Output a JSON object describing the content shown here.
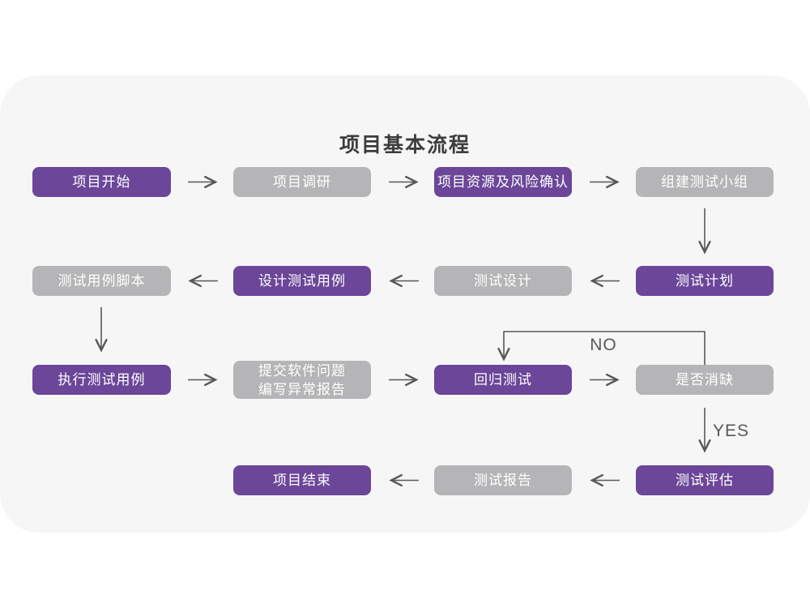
{
  "title": "项目基本流程",
  "colors": {
    "primary_purple": "#6b4699",
    "muted_gray": "#b5b5b7",
    "card_bg": "#f6f6f7",
    "arrow": "#58585a",
    "title_text": "#3c3c3e",
    "node_text": "#ffffff"
  },
  "flowchart": {
    "nodes": [
      {
        "id": "project-start",
        "label": "项目开始",
        "variant": "purple"
      },
      {
        "id": "project-research",
        "label": "项目调研",
        "variant": "gray"
      },
      {
        "id": "resource-risk-confirm",
        "label": "项目资源及风险确认",
        "variant": "purple"
      },
      {
        "id": "form-test-team",
        "label": "组建测试小组",
        "variant": "gray"
      },
      {
        "id": "test-plan",
        "label": "测试计划",
        "variant": "purple"
      },
      {
        "id": "test-design",
        "label": "测试设计",
        "variant": "gray"
      },
      {
        "id": "design-test-cases",
        "label": "设计测试用例",
        "variant": "purple"
      },
      {
        "id": "test-case-script",
        "label": "测试用例脚本",
        "variant": "gray"
      },
      {
        "id": "execute-test-cases",
        "label": "执行测试用例",
        "variant": "purple"
      },
      {
        "id": "submit-issue-report",
        "label": "提交软件问题\n编写异常报告",
        "variant": "gray"
      },
      {
        "id": "regression-test",
        "label": "回归测试",
        "variant": "purple"
      },
      {
        "id": "defect-cleared-decision",
        "label": "是否消缺",
        "variant": "gray"
      },
      {
        "id": "test-evaluation",
        "label": "测试评估",
        "variant": "purple"
      },
      {
        "id": "test-report",
        "label": "测试报告",
        "variant": "gray"
      },
      {
        "id": "project-end",
        "label": "项目结束",
        "variant": "purple"
      }
    ],
    "decision_labels": {
      "no": "NO",
      "yes": "YES"
    }
  }
}
